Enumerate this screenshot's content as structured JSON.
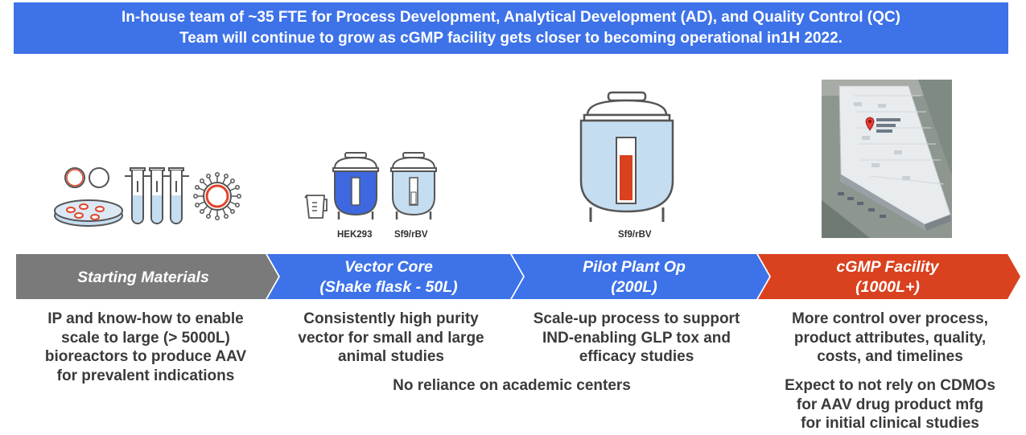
{
  "banner": {
    "line1": "In-house team of ~35 FTE for Process Development, Analytical Development (AD), and Quality Control (QC)",
    "line2": "Team will continue to grow as cGMP facility gets closer to becoming operational in1H 2022.",
    "color": "#3d72e8"
  },
  "captions": {
    "hek": "HEK293",
    "sf9_small": "Sf9/rBV",
    "sf9_pilot": "Sf9/rBV"
  },
  "stages": [
    {
      "label_line1": "Starting Materials",
      "label_line2": "",
      "color": "#7a7a7a",
      "desc": [
        "IP and know-how to enable",
        "scale to large (> 5000L)",
        "bioreactors to produce AAV",
        "for prevalent indications"
      ]
    },
    {
      "label_line1": "Vector Core",
      "label_line2": "(Shake flask - 50L)",
      "color": "#3d72e8",
      "desc": [
        "Consistently high purity",
        "vector for small and large",
        "animal studies"
      ]
    },
    {
      "label_line1": "Pilot Plant Op",
      "label_line2": "(200L)",
      "color": "#3d72e8",
      "desc": [
        "Scale-up process to support",
        "IND-enabling GLP tox and",
        "efficacy studies"
      ]
    },
    {
      "label_line1": "cGMP Facility",
      "label_line2": "(1000L+)",
      "color": "#d9411f",
      "desc": [
        "More control over process,",
        "product attributes, quality,",
        "costs, and timelines"
      ]
    }
  ],
  "notes": {
    "academic": "No reliance on academic centers",
    "cdmo": [
      "Expect to not rely on CDMOs",
      "for AAV drug product mfg",
      "for initial clinical studies"
    ]
  },
  "icons": [
    "petri-dish-icon",
    "test-tubes-icon",
    "virus-icon",
    "measuring-cup-icon",
    "bioreactor-icon",
    "facility-photo"
  ]
}
